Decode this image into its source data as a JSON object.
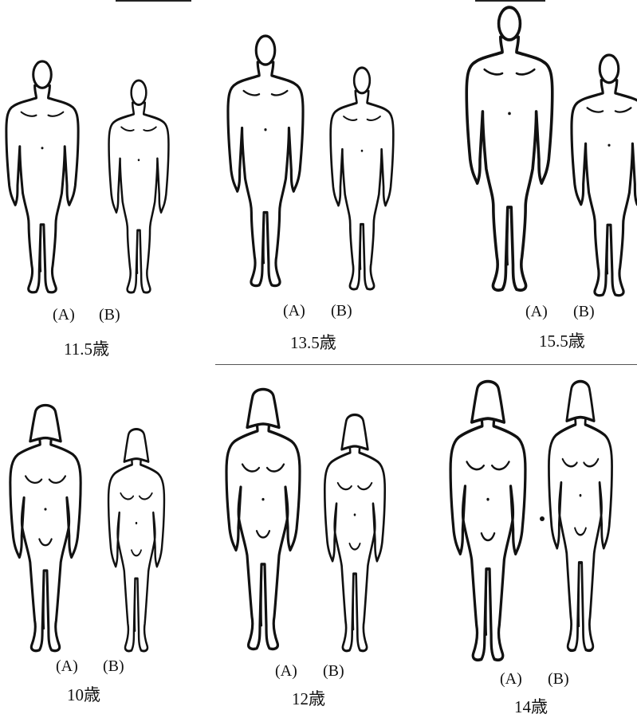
{
  "groups": [
    {
      "age": "11.5歳",
      "label_a": "(A)",
      "label_b": "(B)"
    },
    {
      "age": "13.5歳",
      "label_a": "(A)",
      "label_b": "(B)"
    },
    {
      "age": "15.5歳",
      "label_a": "(A)",
      "label_b": "(B)"
    },
    {
      "age": "10歳",
      "label_a": "(A)",
      "label_b": "(B)"
    },
    {
      "age": "12歳",
      "label_a": "(A)",
      "label_b": "(B)"
    },
    {
      "age": "14歳",
      "label_a": "(A)",
      "label_b": "(B)"
    }
  ],
  "figure_icons": {
    "male": "male-figure-outline-icon",
    "female": "female-figure-outline-icon"
  }
}
